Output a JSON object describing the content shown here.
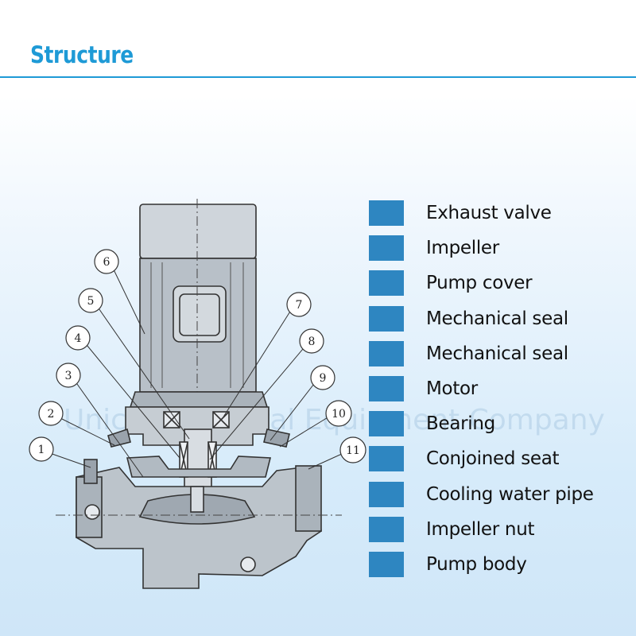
{
  "header": {
    "title": "Structure",
    "accent_color": "#1e9ad6"
  },
  "legend": {
    "swatch_color": "#2e86c1",
    "items": [
      {
        "label": "Exhaust valve"
      },
      {
        "label": "Impeller"
      },
      {
        "label": "Pump cover"
      },
      {
        "label": "Mechanical seal"
      },
      {
        "label": "Mechanical seal"
      },
      {
        "label": "Motor"
      },
      {
        "label": "Bearing"
      },
      {
        "label": "Conjoined seat"
      },
      {
        "label": "Cooling water pipe"
      },
      {
        "label": "Impeller nut"
      },
      {
        "label": "Pump body"
      }
    ]
  },
  "diagram": {
    "callouts": [
      "1",
      "2",
      "3",
      "4",
      "5",
      "6",
      "7",
      "8",
      "9",
      "10",
      "11"
    ],
    "watermark_text": "Unicorn General Equipment Company"
  }
}
